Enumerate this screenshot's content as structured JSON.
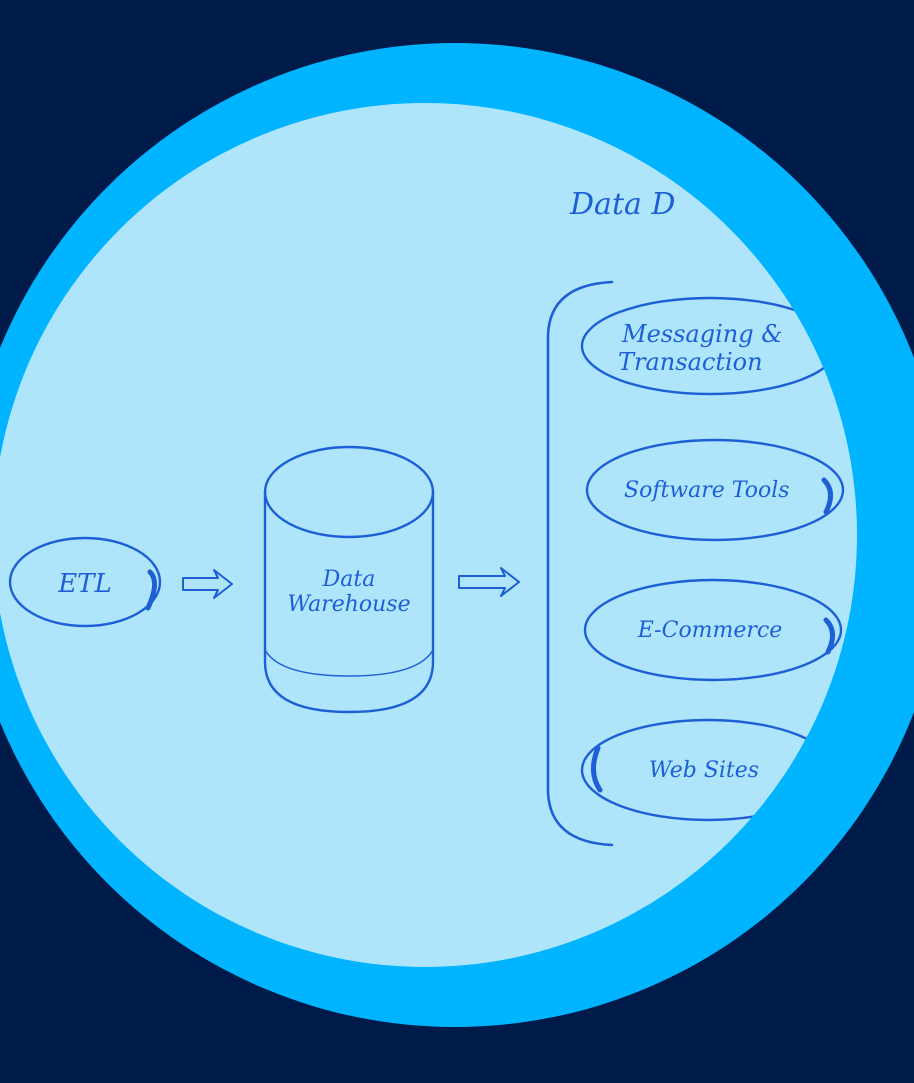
{
  "colors": {
    "background": "#001a4a",
    "ring": "#00b4ff",
    "disc": "#aee5fb",
    "ink": "#1e5fd6"
  },
  "diagram": {
    "title": "Data D",
    "etl": "ETL",
    "warehouse": {
      "line1": "Data",
      "line2": "Warehouse"
    },
    "destinations": [
      {
        "line1": "Messaging &",
        "line2": "Transaction"
      },
      {
        "line1": "Software Tools",
        "line2": ""
      },
      {
        "line1": "E-Commerce",
        "line2": ""
      },
      {
        "line1": "Web Sites",
        "line2": ""
      }
    ]
  }
}
